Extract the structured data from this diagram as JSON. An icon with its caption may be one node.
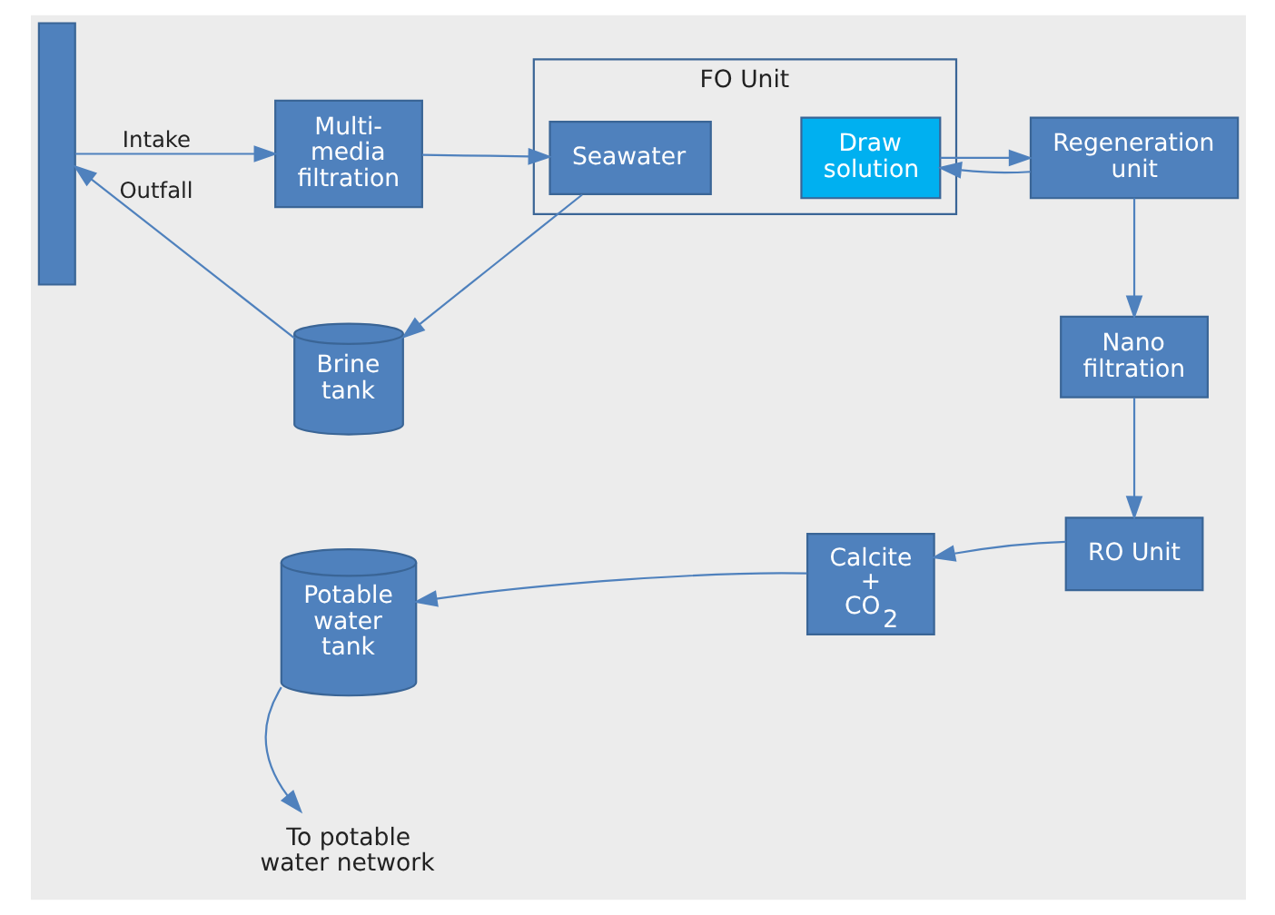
{
  "diagram": {
    "nodes": [
      {
        "text": [],
        "shape": "bar"
      },
      {
        "text": [
          "Multi- media filtration"
        ]
      },
      {
        "text": [
          "FO Unit"
        ]
      },
      {
        "text": [
          "Seawater"
        ],
        "in": 2
      },
      {
        "text": [
          "Draw solution"
        ],
        "in": 2
      },
      {
        "text": [
          "Regeneration unit"
        ]
      },
      {
        "text": [
          "Brine tank"
        ]
      },
      {
        "text": [
          "Nano filtration"
        ]
      },
      {
        "text": [
          "RO Unit"
        ]
      },
      {
        "text": [
          "Calcite + CO$_{2}$"
        ]
      },
      {
        "text": [
          "Potable water tank"
        ]
      },
      {
        "text": [
          "To potable water network"
        ]
      }
    ],
    "edges": [
      {
        "from": 0,
        "to": 1,
        "arrow": "to",
        "label": "Intake"
      },
      {
        "from": 1,
        "to": 3,
        "arrow": "to"
      },
      {
        "from": 4,
        "to": 5,
        "arrow": "to"
      },
      {
        "from": 5,
        "to": 4,
        "arrow": "to"
      },
      {
        "from": 3,
        "to": 6,
        "arrow": "to"
      },
      {
        "from": 6,
        "to": 0,
        "arrow": "to",
        "label": "Outfall"
      },
      {
        "from": 5,
        "to": 7,
        "arrow": "to"
      },
      {
        "from": 7,
        "to": 8,
        "arrow": "to"
      },
      {
        "from": 8,
        "to": 9,
        "arrow": "to"
      },
      {
        "from": 9,
        "to": 10,
        "arrow": "to"
      },
      {
        "from": 10,
        "to": 11,
        "arrow": "to"
      }
    ]
  }
}
